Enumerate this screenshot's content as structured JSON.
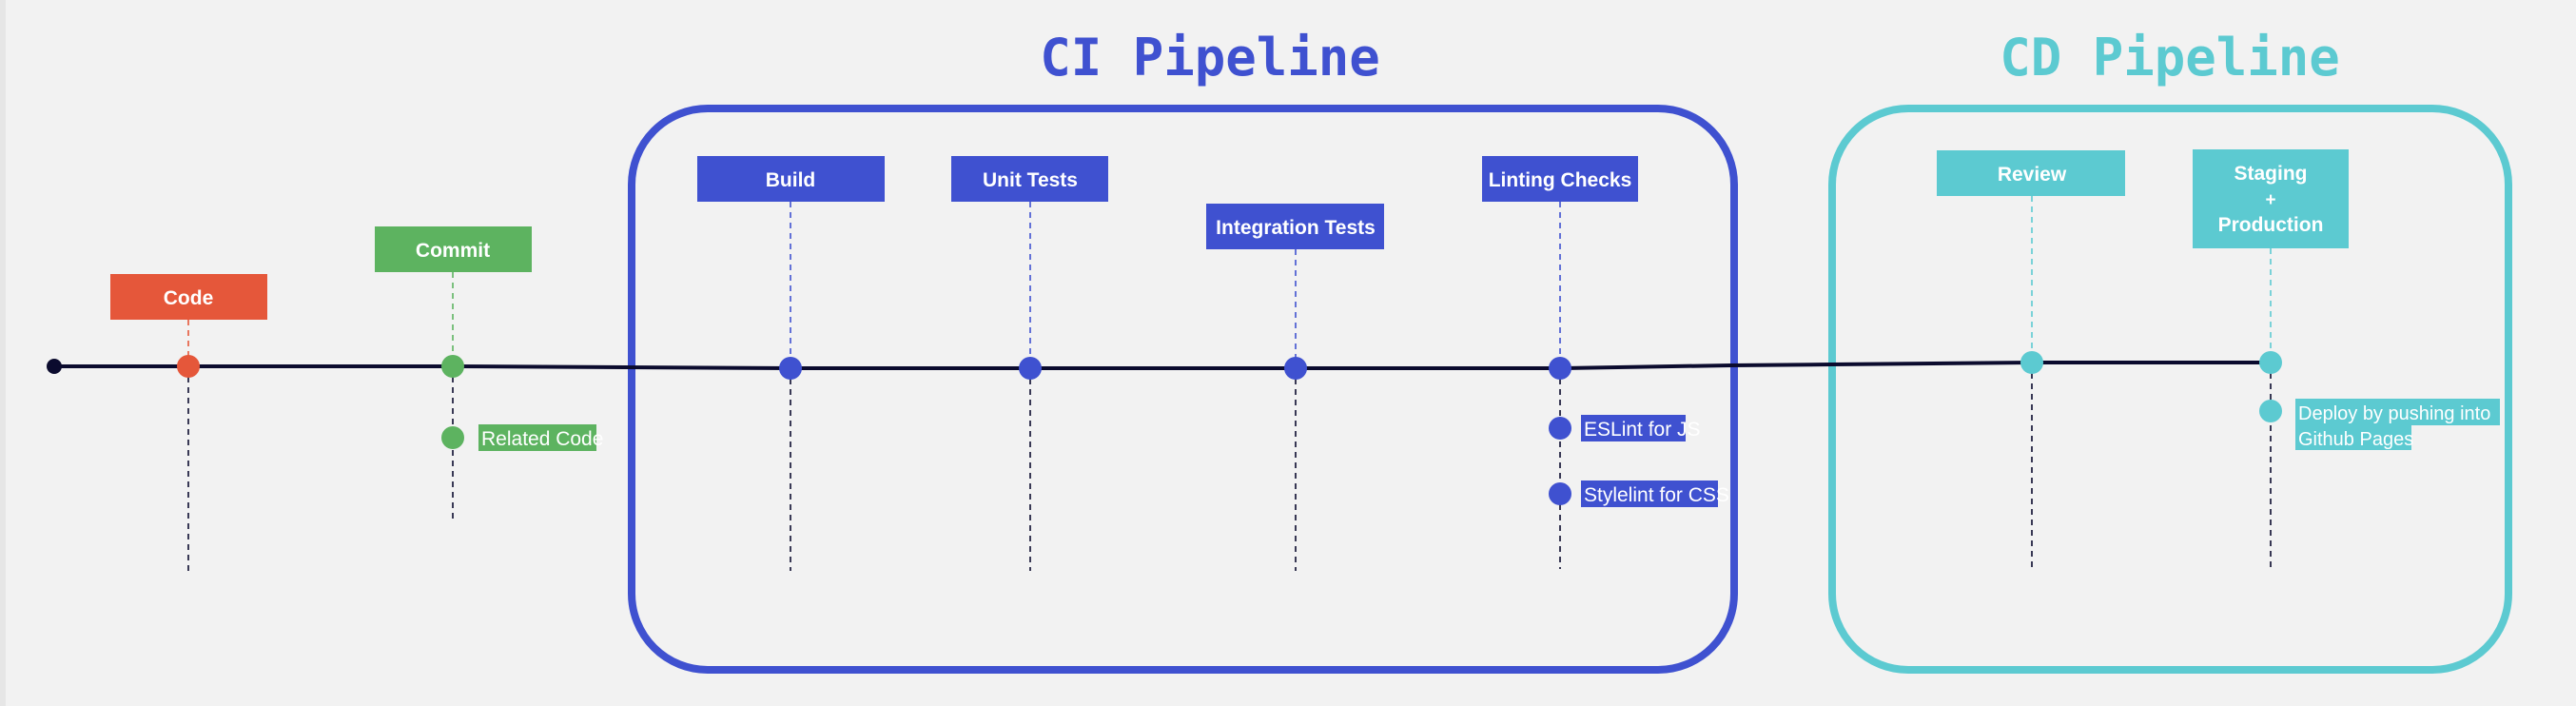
{
  "titles": {
    "ci": "CI Pipeline",
    "cd": "CD Pipeline"
  },
  "stages": {
    "code": "Code",
    "commit": "Commit",
    "build": "Build",
    "unit_tests": "Unit Tests",
    "integration_tests": "Integration Tests",
    "linting_checks": "Linting Checks",
    "review": "Review",
    "staging_line1": "Staging",
    "staging_line2": "+",
    "staging_line3": "Production"
  },
  "substeps": {
    "related_code": "Related Code",
    "eslint": "ESLint for JS",
    "stylelint": "Stylelint for CSS",
    "deploy_line1": "Deploy by pushing into",
    "deploy_line2": "Github Pages"
  },
  "colors": {
    "background": "#f2f2f2",
    "timeline": "#0b0b2e",
    "code": "#e5573a",
    "commit": "#5db360",
    "ci": "#3f51d0",
    "cd": "#5ccad1"
  }
}
